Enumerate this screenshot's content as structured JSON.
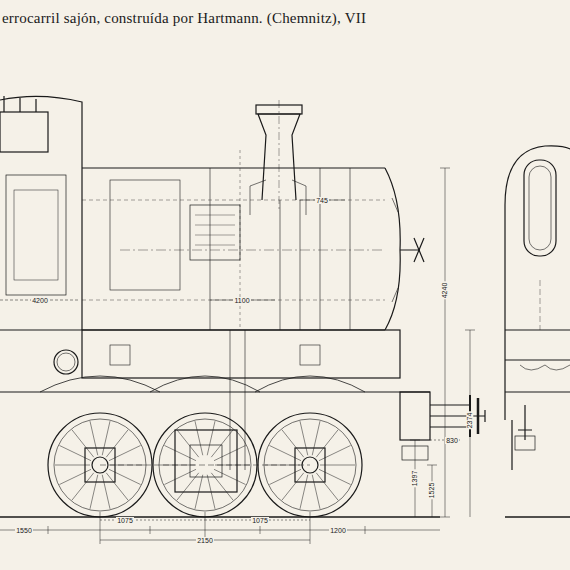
{
  "diagram": {
    "title": "errocarril sajón, construída por Hartmann. (Chemnitz), VII",
    "labels": [
      "1550",
      "1075",
      "2150",
      "1075",
      "1200",
      "4200",
      "745",
      "1100",
      "4240",
      "2374",
      "1397",
      "1525",
      "830"
    ]
  }
}
